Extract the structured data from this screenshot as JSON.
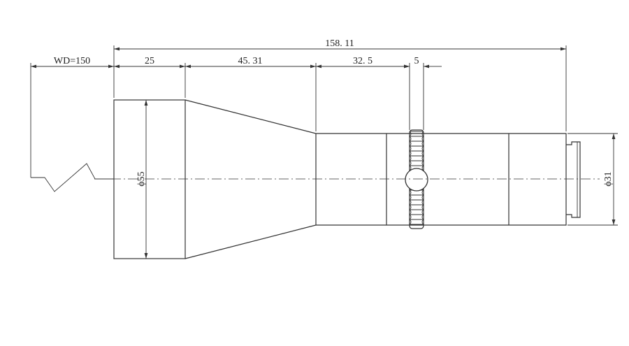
{
  "dimensions": {
    "total_length": "158. 11",
    "working_distance": "WD=150",
    "front_section": "25",
    "taper_section": "45. 31",
    "barrel_section": "32. 5",
    "ring_width": "5",
    "front_diameter": "ϕ55",
    "rear_diameter": "ϕ31"
  }
}
